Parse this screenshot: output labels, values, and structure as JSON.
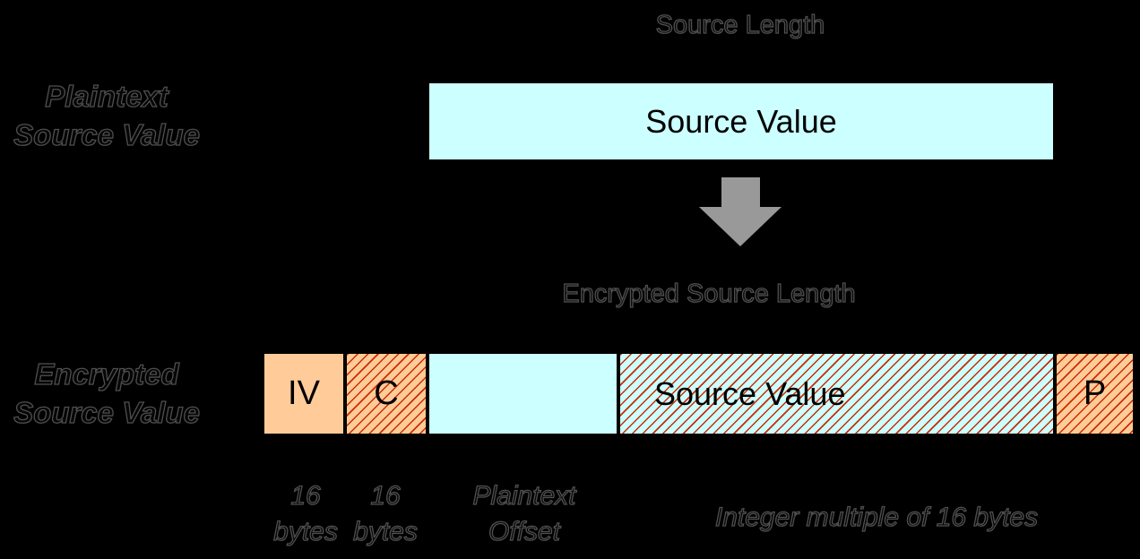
{
  "colors": {
    "background": "#000000",
    "cyan_fill": "#CCFFFF",
    "orange_fill": "#FFCC99",
    "hatch_red": "#CC2B00",
    "arrow_gray": "#999999",
    "ghost_text": "#4F4F4F"
  },
  "plaintext_section": {
    "length_label": "Source Length",
    "row_label_line1": "Plaintext",
    "row_label_line2": "Source Value",
    "box_label": "Source Value"
  },
  "arrow": {
    "direction": "down"
  },
  "encrypted_section": {
    "length_label": "Encrypted Source Length",
    "row_label_line1": "Encrypted",
    "row_label_line2": "Source Value",
    "boxes": [
      {
        "name": "iv",
        "label": "IV",
        "style": "orange"
      },
      {
        "name": "c",
        "label": "C",
        "style": "orange-hatched"
      },
      {
        "name": "plaintext-offset",
        "label": "",
        "style": "cyan"
      },
      {
        "name": "source-value",
        "label": "Source Value",
        "style": "cyan-hatched"
      },
      {
        "name": "p",
        "label": "P",
        "style": "orange-hatched"
      }
    ],
    "annotations": [
      {
        "line1": "16",
        "line2": "bytes"
      },
      {
        "line1": "16",
        "line2": "bytes"
      },
      {
        "line1": "Plaintext",
        "line2": "Offset"
      },
      {
        "single": "Integer multiple of 16 bytes"
      }
    ]
  }
}
